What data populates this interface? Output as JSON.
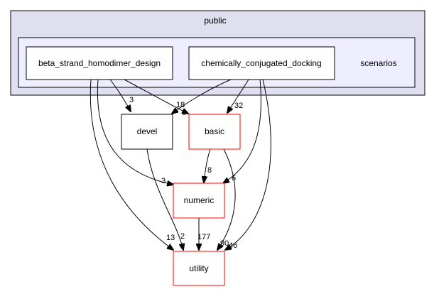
{
  "clusters": {
    "outer": {
      "label": "public",
      "fill": "#dfdff0",
      "stroke": "#000000"
    },
    "inner": {
      "label": "scenarios",
      "fill": "#eeeeff",
      "stroke": "#000000"
    }
  },
  "nodes": {
    "beta": {
      "label": "beta_strand_homodimer_design",
      "border": "#000000"
    },
    "chem": {
      "label": "chemically_conjugated_docking",
      "border": "#000000"
    },
    "devel": {
      "label": "devel",
      "border": "#000000"
    },
    "basic": {
      "label": "basic",
      "border": "#ff0000"
    },
    "numeric": {
      "label": "numeric",
      "border": "#ff0000"
    },
    "utility": {
      "label": "utility",
      "border": "#ff0000"
    }
  },
  "edges": [
    {
      "from": "beta_strand_homodimer_design",
      "to": "devel",
      "label": "3"
    },
    {
      "from": "beta_strand_homodimer_design",
      "to": "basic",
      "label": "18"
    },
    {
      "from": "beta_strand_homodimer_design",
      "to": "numeric",
      "label": "3"
    },
    {
      "from": "beta_strand_homodimer_design",
      "to": "utility",
      "label": "13"
    },
    {
      "from": "chemically_conjugated_docking",
      "to": "devel",
      "label": "6"
    },
    {
      "from": "chemically_conjugated_docking",
      "to": "basic",
      "label": "32"
    },
    {
      "from": "chemically_conjugated_docking",
      "to": "numeric",
      "label": "6"
    },
    {
      "from": "chemically_conjugated_docking",
      "to": "utility",
      "label": "46"
    },
    {
      "from": "devel",
      "to": "utility",
      "label": "2"
    },
    {
      "from": "basic",
      "to": "numeric",
      "label": "8"
    },
    {
      "from": "basic",
      "to": "utility",
      "label": "90"
    },
    {
      "from": "numeric",
      "to": "utility",
      "label": "177"
    }
  ]
}
